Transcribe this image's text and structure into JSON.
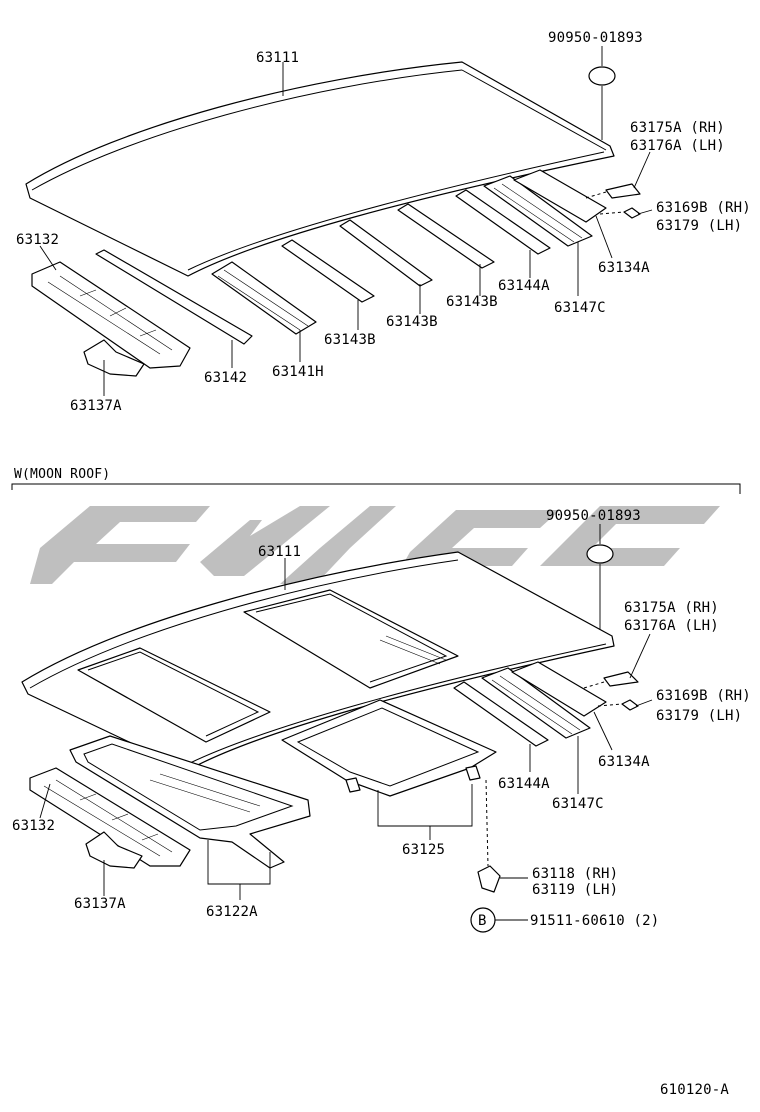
{
  "diagram": {
    "code": "610120-A",
    "section_moon_roof": "W(MOON ROOF)",
    "bubble_b": "B",
    "top": {
      "p63111": "63111",
      "p90950": "90950-01893",
      "p63175a": "63175A (RH)",
      "p63176a": "63176A (LH)",
      "p63169b": "63169B (RH)",
      "p63179": "63179  (LH)",
      "p63134a": "63134A",
      "p63147c": "63147C",
      "p63144a": "63144A",
      "p63143b_1": "63143B",
      "p63143b_2": "63143B",
      "p63143b_3": "63143B",
      "p63141h": "63141H",
      "p63142": "63142",
      "p63132": "63132",
      "p63137a": "63137A"
    },
    "bottom": {
      "p63111": "63111",
      "p90950": "90950-01893",
      "p63175a": "63175A (RH)",
      "p63176a": "63176A (LH)",
      "p63169b": "63169B (RH)",
      "p63179": "63179  (LH)",
      "p63134a": "63134A",
      "p63147c": "63147C",
      "p63144a": "63144A",
      "p63125": "63125",
      "p63118": "63118 (RH)",
      "p63119": "63119 (LH)",
      "p91511": "91511-60610 (2)",
      "p63132": "63132",
      "p63137a": "63137A",
      "p63122a": "63122A"
    }
  }
}
